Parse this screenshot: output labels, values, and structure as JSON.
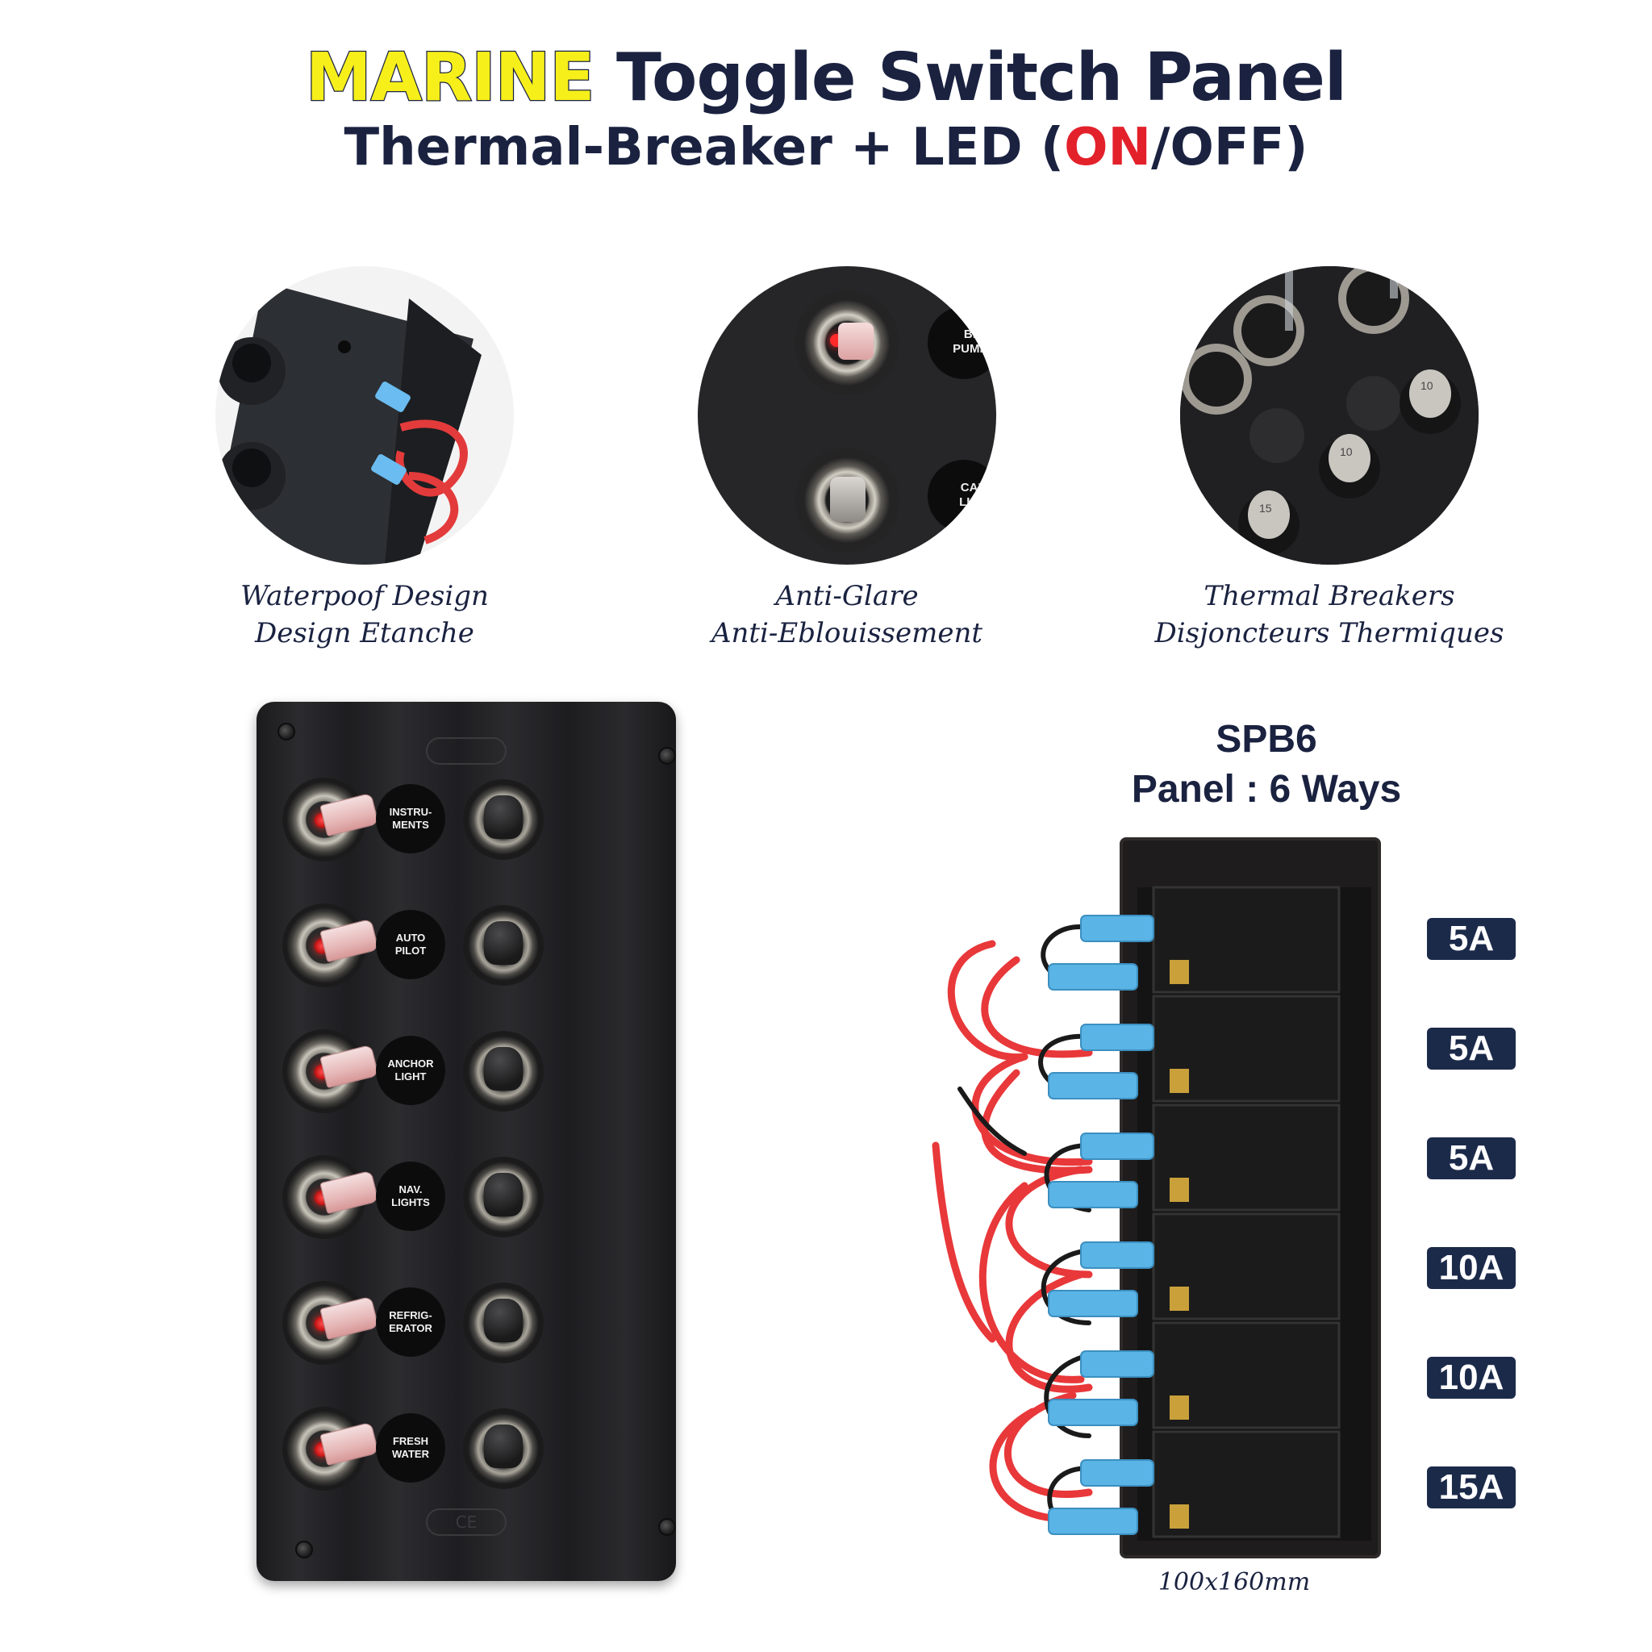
{
  "header": {
    "title_marine": "MARINE",
    "title_rest": " Toggle Switch Panel",
    "subtitle_prefix": "Thermal-Breaker + LED  (",
    "subtitle_on": "ON",
    "subtitle_suffix": "/OFF)"
  },
  "features": [
    {
      "line1": "Waterpoof Design",
      "line2": "Design Etanche"
    },
    {
      "line1": "Anti-Glare",
      "line2": "Anti-Eblouissement"
    },
    {
      "line1": "Thermal Breakers",
      "line2": "Disjoncteurs Thermiques"
    }
  ],
  "zoom_labels": {
    "bilge": "BIL\nPUMP_",
    "cabin": "CAB\nLIGH"
  },
  "breaker_numbers": {
    "b1": "10",
    "b2": "10",
    "b3": "15"
  },
  "panel": {
    "logo_top": "",
    "logo_bottom": "CE",
    "switches": [
      {
        "label": "INSTRU-\nMENTS"
      },
      {
        "label": "AUTO\nPILOT"
      },
      {
        "label": "ANCHOR\nLIGHT"
      },
      {
        "label": "NAV.\nLIGHTS"
      },
      {
        "label": "REFRIG-\nERATOR"
      },
      {
        "label": "FRESH\nWATER"
      }
    ]
  },
  "product": {
    "model": "SPB6",
    "ways": "Panel : 6 Ways",
    "size": "100x160mm",
    "ratings": [
      "5A",
      "5A",
      "5A",
      "10A",
      "10A",
      "15A"
    ]
  },
  "colors": {
    "navy": "#1a2240",
    "marine_yellow": "#f6ef1a",
    "on_red": "#e3212b",
    "badge_bg": "#1c2a4a",
    "wire_red": "#e8383a",
    "connector_blue": "#5ab4e6"
  }
}
